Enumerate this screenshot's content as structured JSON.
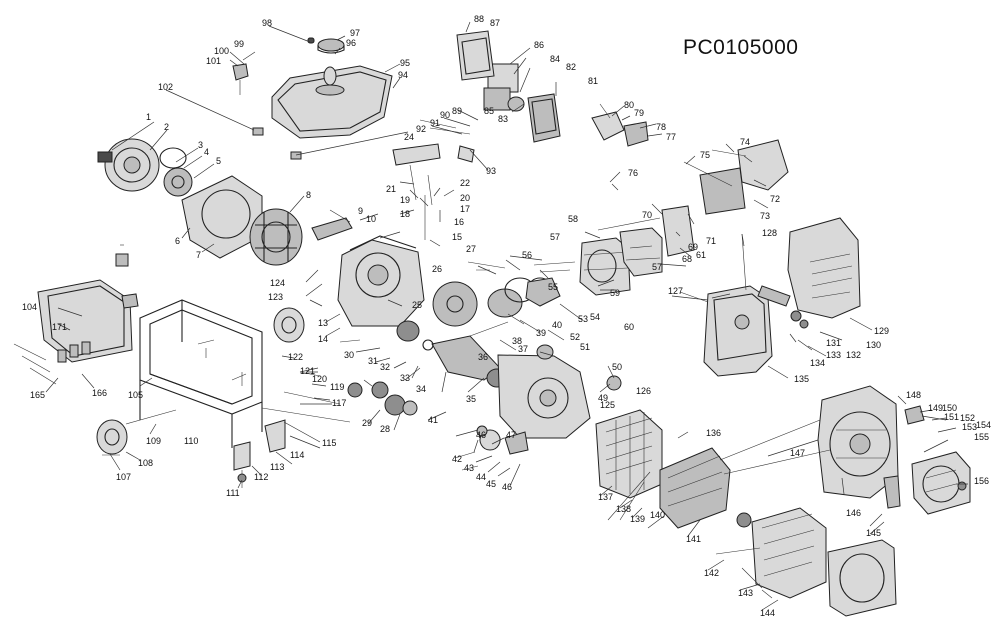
{
  "diagram": {
    "code": "PC0105000",
    "labels": {
      "p1": "1",
      "p2": "2",
      "p3": "3",
      "p4": "4",
      "p5": "5",
      "p6": "6",
      "p7": "7",
      "p8": "8",
      "p9": "9",
      "p10": "10",
      "p13": "13",
      "p14": "14",
      "p15": "15",
      "p16": "16",
      "p17": "17",
      "p18": "18",
      "p19": "19",
      "p20": "20",
      "p21": "21",
      "p22": "22",
      "p24": "24",
      "p25": "25",
      "p26": "26",
      "p27": "27",
      "p28": "28",
      "p29": "29",
      "p30": "30",
      "p31": "31",
      "p32": "32",
      "p33": "33",
      "p34": "34",
      "p35": "35",
      "p36": "36",
      "p37": "37",
      "p38": "38",
      "p39": "39",
      "p40": "40",
      "p41": "41",
      "p42": "42",
      "p43": "43",
      "p44": "44",
      "p45": "45",
      "p46": "46",
      "p46b": "46",
      "p47": "47",
      "p49": "49",
      "p50": "50",
      "p51": "51",
      "p52": "52",
      "p53": "53",
      "p54": "54",
      "p55": "55",
      "p56": "56",
      "p57": "57",
      "p57b": "57",
      "p58": "58",
      "p59": "59",
      "p60": "60",
      "p61": "61",
      "p68": "68",
      "p69": "69",
      "p70": "70",
      "p71": "71",
      "p72": "72",
      "p73": "73",
      "p74": "74",
      "p75": "75",
      "p76": "76",
      "p77": "77",
      "p78": "78",
      "p79": "79",
      "p80": "80",
      "p81": "81",
      "p82": "82",
      "p83": "83",
      "p84": "84",
      "p85": "85",
      "p86": "86",
      "p87": "87",
      "p88": "88",
      "p89": "89",
      "p90": "90",
      "p91": "91",
      "p92": "92",
      "p93": "93",
      "p94": "94",
      "p95": "95",
      "p96": "96",
      "p97": "97",
      "p98": "98",
      "p99": "99",
      "p100": "100",
      "p101": "101",
      "p102": "102",
      "p104": "104",
      "p105": "105",
      "p107": "107",
      "p108": "108",
      "p109": "109",
      "p110": "110",
      "p111": "111",
      "p112": "112",
      "p113": "113",
      "p114": "114",
      "p115": "115",
      "p117": "117",
      "p119": "119",
      "p120": "120",
      "p121": "121",
      "p122": "122",
      "p123": "123",
      "p124": "124",
      "p125": "125",
      "p126": "126",
      "p127": "127",
      "p128": "128",
      "p129": "129",
      "p130": "130",
      "p131": "131",
      "p132": "132",
      "p133": "133",
      "p134": "134",
      "p135": "135",
      "p136": "136",
      "p137": "137",
      "p138": "138",
      "p139": "139",
      "p140": "140",
      "p141": "141",
      "p142": "142",
      "p143": "143",
      "p144": "144",
      "p145": "145",
      "p146": "146",
      "p147": "147",
      "p148": "148",
      "p149": "149",
      "p150": "150",
      "p151": "151",
      "p152": "152",
      "p153": "153",
      "p154": "154",
      "p155": "155",
      "p156": "156",
      "p165": "165",
      "p166": "166",
      "p171": "171"
    }
  }
}
